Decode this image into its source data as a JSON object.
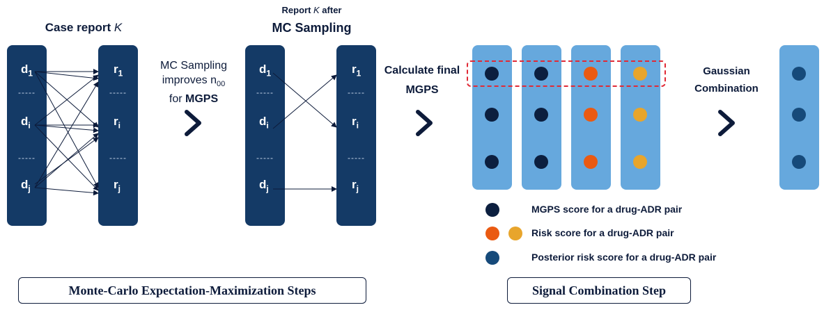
{
  "titles": {
    "case_report_prefix": "Case report ",
    "case_report_var": "K",
    "report_after_prefix": "Report ",
    "report_after_var": "K",
    "report_after_suffix": " after",
    "mc_sampling": "MC Sampling"
  },
  "labels": {
    "d1": "d",
    "d1_sub": "1",
    "di": "d",
    "di_sub": "i",
    "dj": "d",
    "dj_sub": "j",
    "r1": "r",
    "r1_sub": "1",
    "ri": "r",
    "ri_sub": "i",
    "rj": "r",
    "rj_sub": "j",
    "dash": "-----"
  },
  "notes": {
    "mc_line1": "MC Sampling",
    "mc_line2": "improves n",
    "mc_line2_sub": "00",
    "mc_line3_prefix": "for ",
    "mc_line3_bold": "MGPS",
    "calc_line1": "Calculate final",
    "calc_line2": "MGPS",
    "gauss_line1": "Gaussian",
    "gauss_line2": "Combination"
  },
  "legend": {
    "mgps": "MGPS score for a drug-ADR pair",
    "risk": "Risk score for a drug-ADR pair",
    "posterior": "Posterior risk score for a drug-ADR pair"
  },
  "steps": {
    "mcem": "Monte-Carlo Expectation-Maximization Steps",
    "signal": "Signal Combination Step"
  },
  "colors": {
    "dark_column": "#143a66",
    "light_column": "#66a8dd",
    "mgps_dot": "#0c1f3f",
    "risk_dot_orange": "#ea5a12",
    "risk_dot_amber": "#e8a52c",
    "posterior_dot": "#164a7a",
    "highlight_border": "#e02a36"
  },
  "icons": {
    "step_arrow": "chevron-right-icon"
  }
}
